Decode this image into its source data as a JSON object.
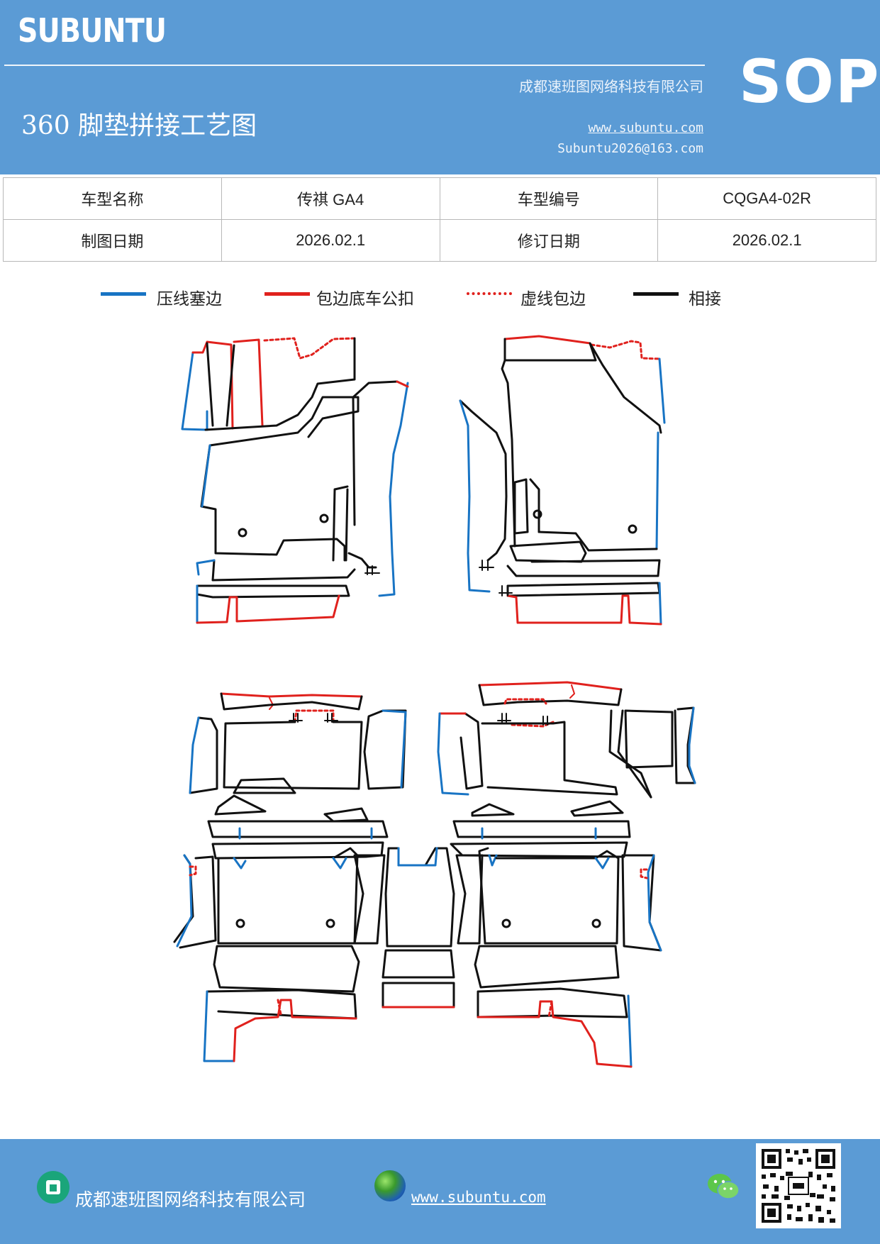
{
  "header": {
    "brand": "SUBUNTU",
    "doc_type": "SOP",
    "title": "360 脚垫拼接工艺图",
    "company": "成都速班图网络科技有限公司",
    "website": "www.subuntu.com",
    "email": "Subuntu2026@163.com",
    "colors": {
      "header_bg": "#5b9bd5"
    }
  },
  "info_table": {
    "row1": {
      "label1": "车型名称",
      "value1": "传祺 GA4",
      "label2": "车型编号",
      "value2": "CQGA4-02R"
    },
    "row2": {
      "label1": "制图日期",
      "value1": "2026.02.1",
      "label2": "修订日期",
      "value2": "2026.02.1"
    }
  },
  "legend": [
    {
      "label": "压线塞边",
      "color": "#1874c4",
      "style": "solid"
    },
    {
      "label": "包边底车公扣",
      "color": "#e0211d",
      "style": "solid"
    },
    {
      "label": "虚线包边",
      "color": "#e0211d",
      "style": "dotted"
    },
    {
      "label": "相接",
      "color": "#111111",
      "style": "solid"
    }
  ],
  "footer": {
    "company": "成都速班图网络科技有限公司",
    "website": "www.subuntu.com",
    "icons": [
      "building-icon",
      "globe-icon",
      "wechat-icon",
      "qr-code"
    ]
  }
}
